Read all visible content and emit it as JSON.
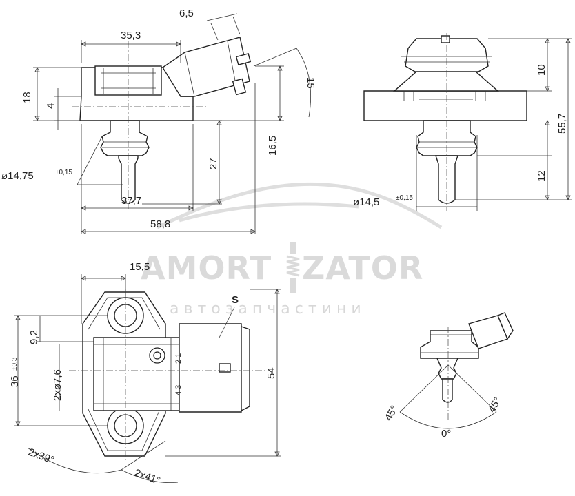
{
  "watermark": {
    "brand_left": "AMORT",
    "brand_right": "ZATOR",
    "tagline": "автозапчастини"
  },
  "dimensions": {
    "top_connector_width": "6,5",
    "top_width": "35,3",
    "height_18": "18",
    "height_4": "4",
    "diameter_top": "ø14,75",
    "diameter_top_tol": "±0,15",
    "connector_angle_len": "15",
    "length_16_5": "16,5",
    "length_27": "27",
    "width_37_7": "37,7",
    "width_58_8": "58,8",
    "side_10": "10",
    "side_12": "12",
    "side_55_7": "55,7",
    "diameter_side": "ø14,5",
    "diameter_side_tol": "±0,15",
    "bottom_15_5": "15,5",
    "bottom_9_2": "9,2",
    "bottom_36": "36",
    "bottom_36_tol": "±0,3",
    "bottom_holes": "2xø7,6",
    "bottom_54": "54",
    "angle_left": "2x39°",
    "angle_right": "2x41°",
    "label_s": "S",
    "pins_top": "2 1",
    "pins_bottom": "4 3",
    "rot_left": "45°",
    "rot_right": "45°",
    "rot_zero": "0°"
  }
}
